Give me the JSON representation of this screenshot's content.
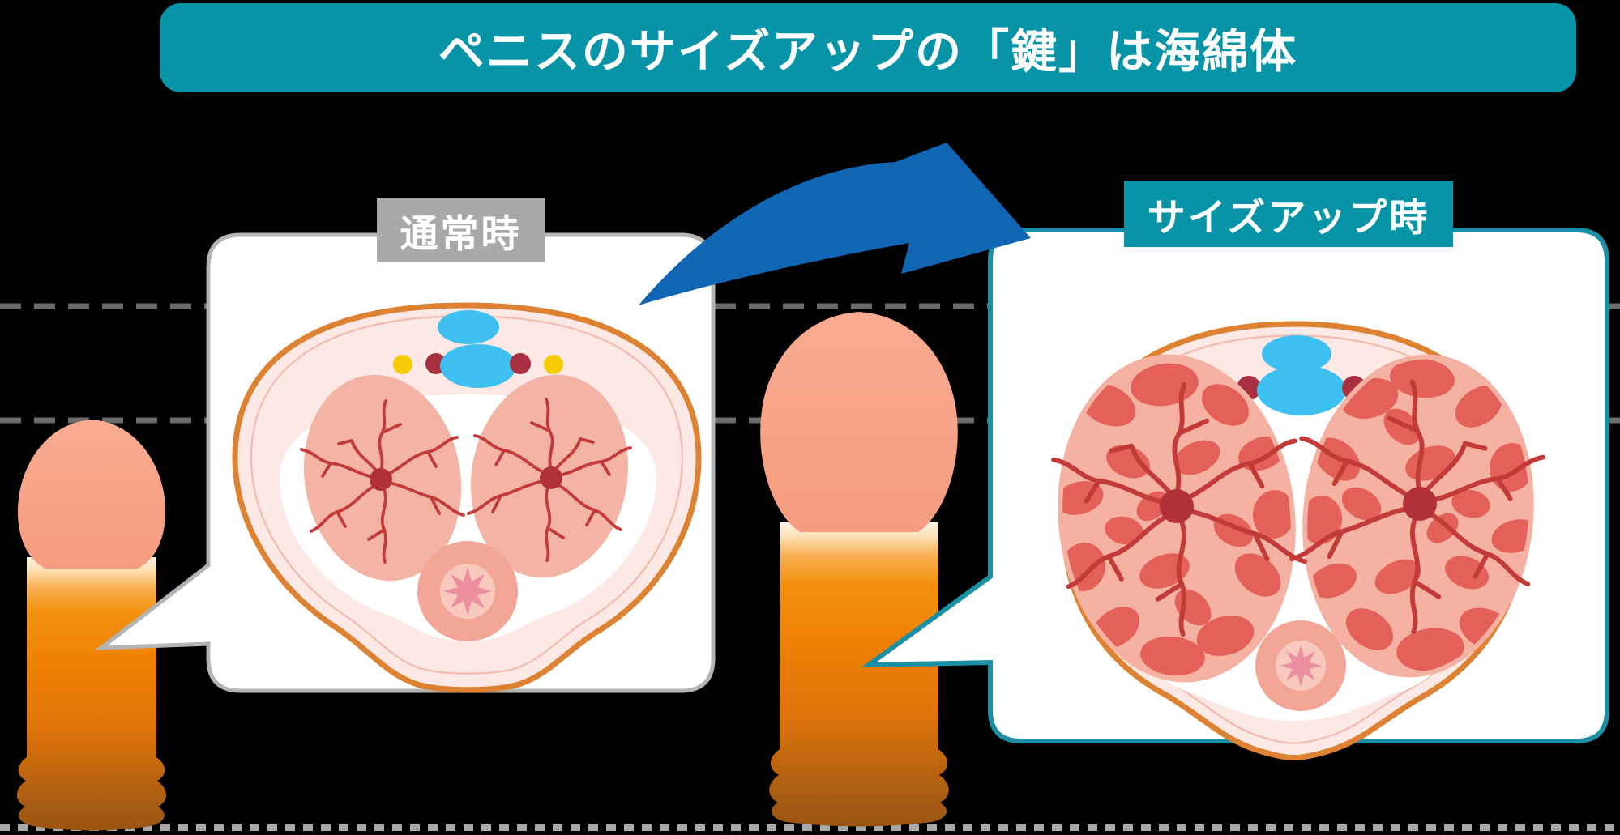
{
  "title": {
    "text": "ペニスのサイズアップの「鍵」は海綿体"
  },
  "panels": {
    "normal": {
      "label": "通常時"
    },
    "sizeup": {
      "label": "サイズアップ時"
    }
  },
  "colors": {
    "background": "#000000",
    "accent_teal": "#0894a7",
    "panel_border_teal": "#1b8fa3",
    "label_gray": "#a9a9a9",
    "arrow_blue": "#1166b3",
    "outline_orange": "#dd8233",
    "section_fill_pink": "#fce9e5",
    "corpora_pink": "#f3b4a5",
    "sponge_red": "#e4615a",
    "vessel_red": "#c23b38",
    "vein_blue": "#3ec1f0",
    "dot_yellow": "#f4cb00",
    "dot_dark_red": "#a93040",
    "glans_skin": "#f9a78c",
    "shaft_orange": "#ef8004",
    "shaft_dark": "#9a5511",
    "guide_dash_gray": "#6a6a6a",
    "base_dash_gray": "#a8a8a8"
  }
}
